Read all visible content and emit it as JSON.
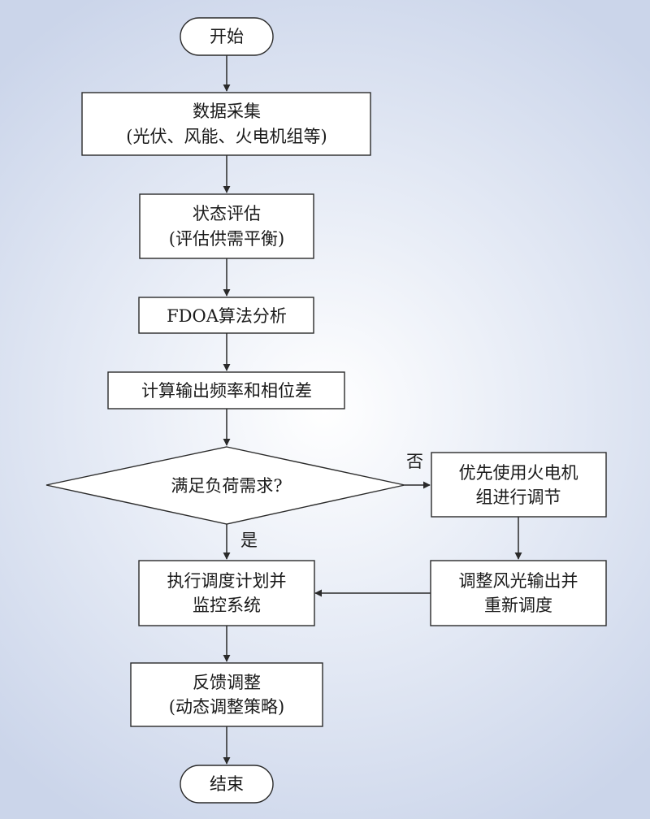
{
  "diagram": {
    "nodes": {
      "start": [
        "开始"
      ],
      "collect": [
        "数据采集",
        "(光伏、风能、火电机组等)"
      ],
      "assess": [
        "状态评估",
        "(评估供需平衡)"
      ],
      "fdoa": [
        "FDOA算法分析"
      ],
      "calc": [
        "计算输出频率和相位差"
      ],
      "decision": [
        "满足负荷需求?"
      ],
      "prefer": [
        "优先使用火电机",
        "组进行调节"
      ],
      "adjust": [
        "调整风光输出并",
        "重新调度"
      ],
      "execute": [
        "执行调度计划并",
        "监控系统"
      ],
      "feedback": [
        "反馈调整",
        "(动态调整策略)"
      ],
      "end": [
        "结束"
      ]
    },
    "edge_labels": {
      "no": "否",
      "yes": "是"
    },
    "colors": {
      "stroke": "#2a2a2a",
      "box_fill": "#ffffff",
      "bg_center": "#ffffff",
      "bg_edge": "#cbd5ea"
    }
  }
}
